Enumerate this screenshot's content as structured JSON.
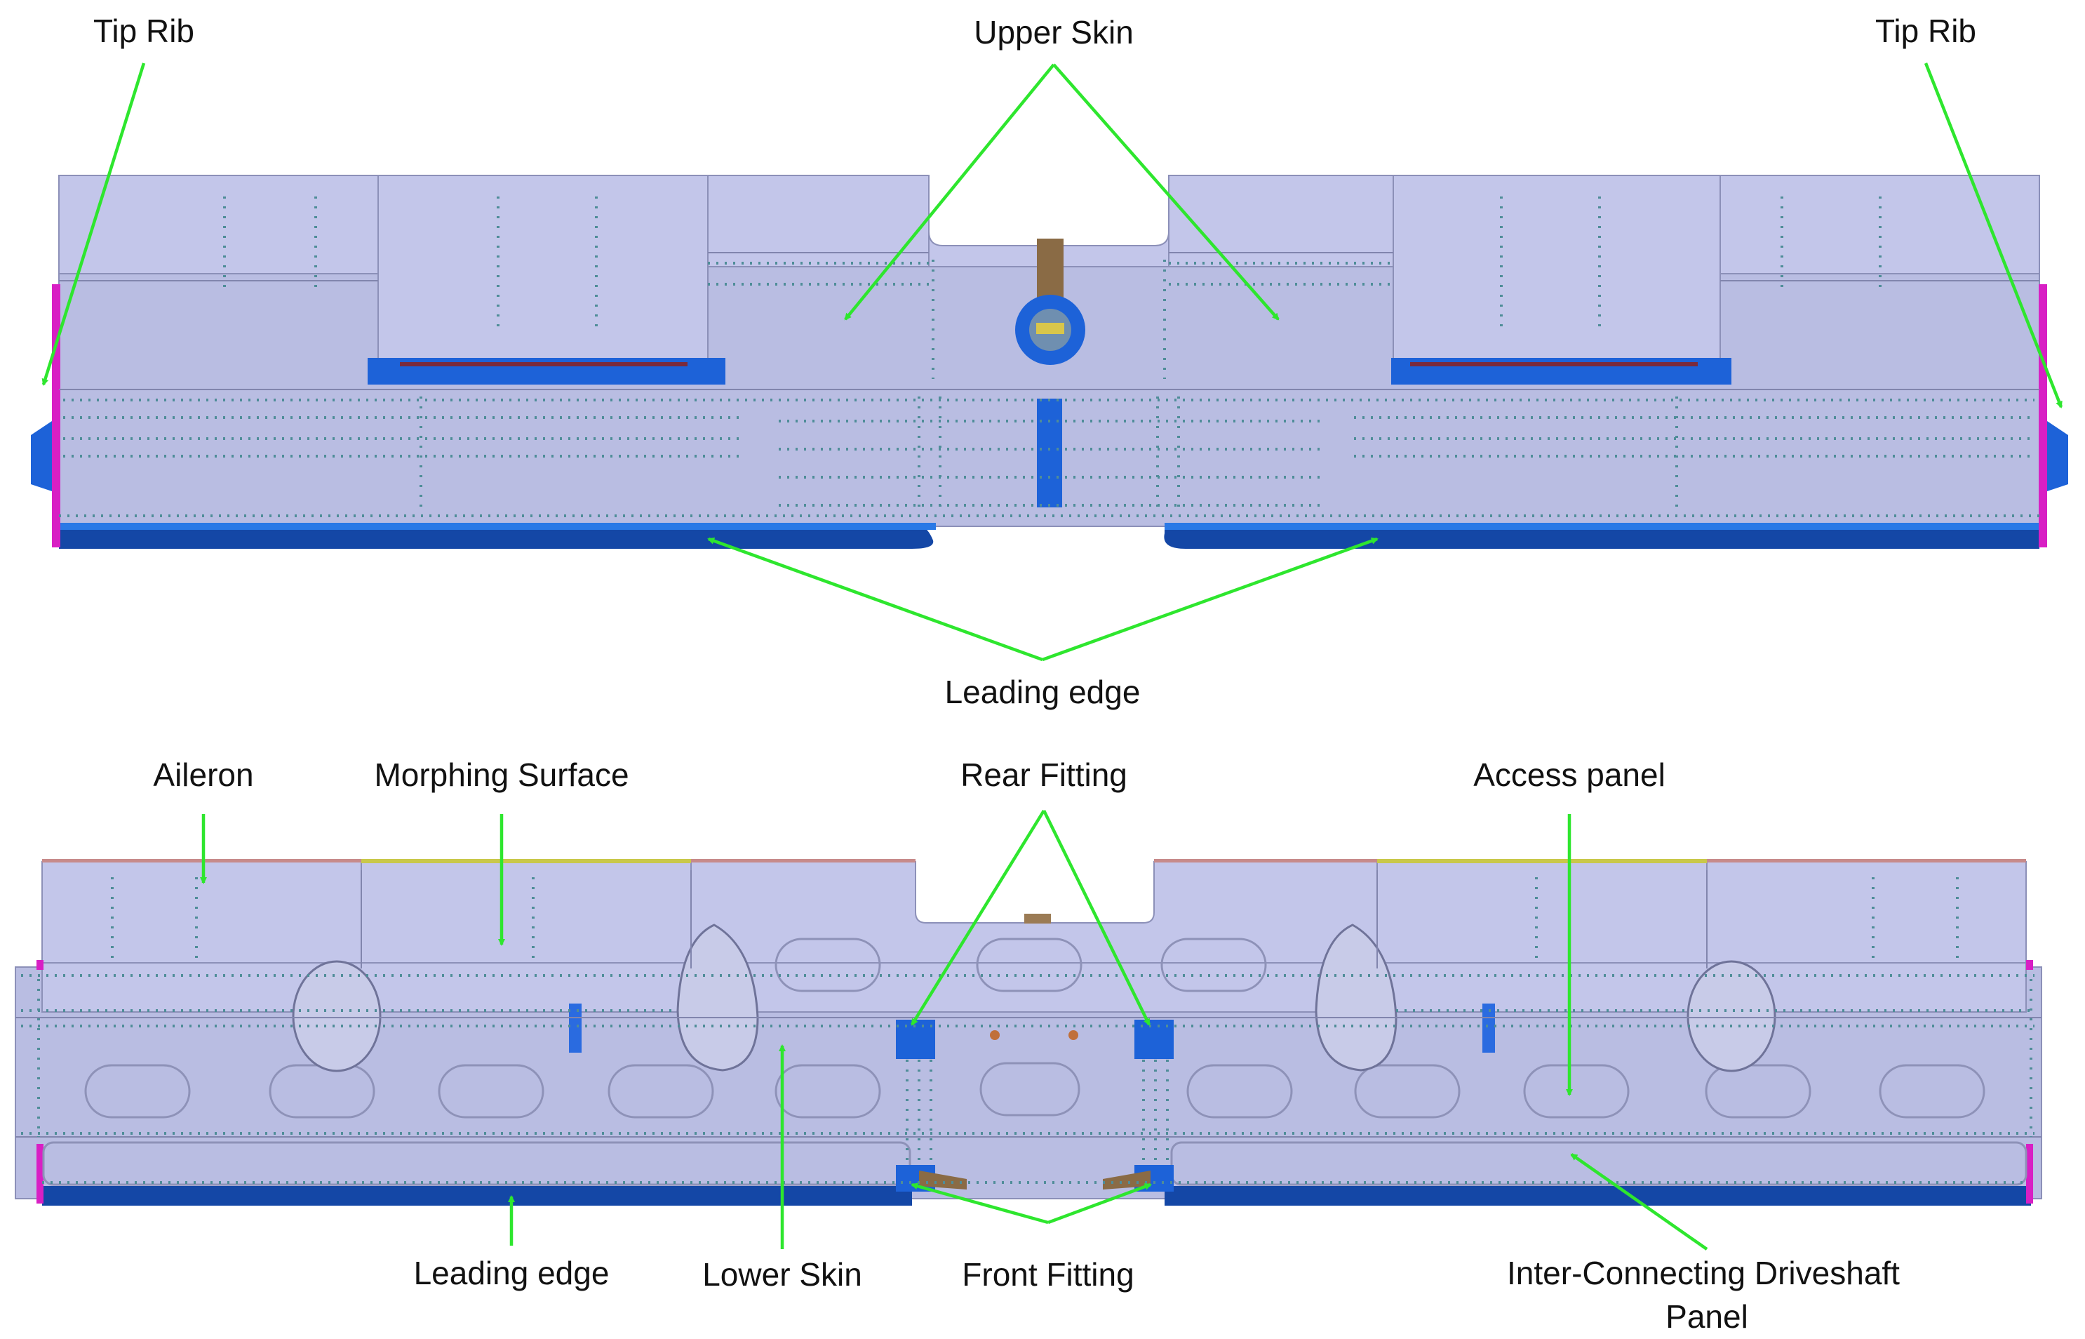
{
  "figure": {
    "upper_view": {
      "labels": {
        "tip_rib_left": "Tip Rib",
        "upper_skin": "Upper Skin",
        "tip_rib_right": "Tip Rib",
        "leading_edge": "Leading edge"
      }
    },
    "lower_view": {
      "labels": {
        "aileron": "Aileron",
        "morphing_surface": "Morphing Surface",
        "rear_fitting": "Rear Fitting",
        "access_panel": "Access panel",
        "leading_edge": "Leading edge",
        "lower_skin": "Lower Skin",
        "front_fitting": "Front Fitting",
        "icd_panel_line1": "Inter-Connecting Driveshaft",
        "icd_panel_line2": "Panel"
      }
    }
  },
  "colors": {
    "skin": "#b9bde2",
    "leading_edge_blue": "#1d62d8",
    "tip_rib_magenta": "#d81fc4",
    "callout_arrow": "#2ee62e",
    "rivet": "#4f8d98"
  }
}
